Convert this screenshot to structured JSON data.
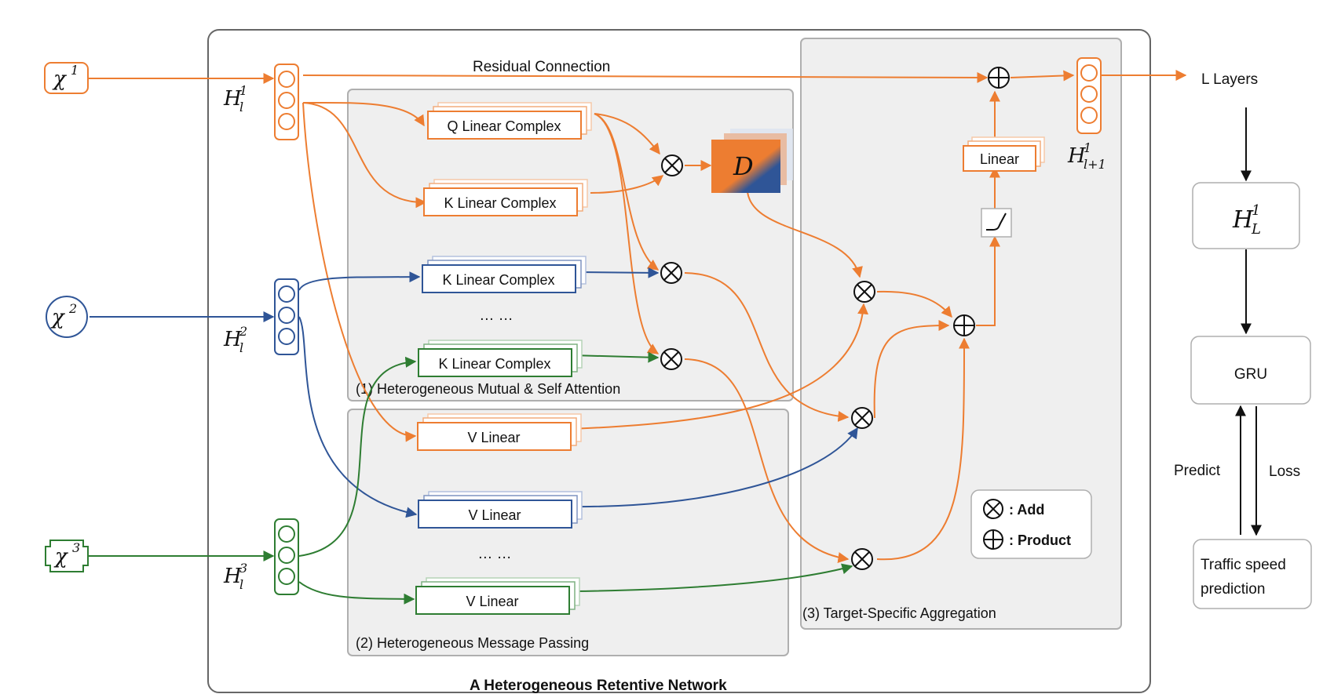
{
  "colors": {
    "orange": "#ED7D31",
    "blue": "#2F5597",
    "green": "#2E7D32",
    "gray_panel": "#EFEFEF",
    "gray_border": "#AFAFAF",
    "dark_border": "#666666"
  },
  "inputs": {
    "x1": "χ",
    "x1_sup": "1",
    "x2": "χ",
    "x2_sup": "2",
    "x3": "χ",
    "x3_sup": "3"
  },
  "hidden": {
    "h_base": "H",
    "h_sub": "l",
    "h1_sup": "1",
    "h2_sup": "2",
    "h3_sup": "3",
    "next_sub": "l+1",
    "next_sup": "1",
    "final_sub": "L",
    "final_sup": "1"
  },
  "labels": {
    "residual": "Residual Connection",
    "q_linear": "Q Linear Complex",
    "k_linear": "K Linear Complex",
    "v_linear": "V Linear",
    "linear": "Linear",
    "ellipsis": "… …",
    "d_matrix": "D",
    "section1": "(1) Heterogeneous Mutual & Self Attention",
    "section2": "(2) Heterogeneous Message Passing",
    "section3": "(3) Target-Specific Aggregation",
    "network_title": "A Heterogeneous Retentive Network",
    "l_layers": "L Layers",
    "gru": "GRU",
    "predict": "Predict",
    "loss": "Loss",
    "traffic_line1": "Traffic speed",
    "traffic_line2": "prediction"
  },
  "legend": {
    "otimes_symbol": "⊗",
    "otimes_label": ": Add",
    "oplus_symbol": "⊕",
    "oplus_label": ": Product"
  }
}
